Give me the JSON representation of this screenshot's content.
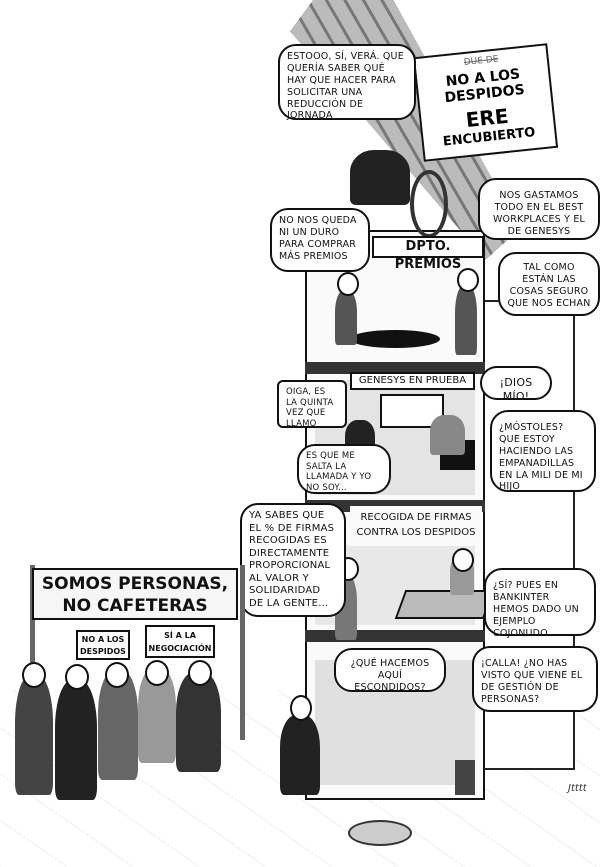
{
  "roof_banner": {
    "scratched": "DUE DE",
    "line1": "NO A LOS DESPIDOS",
    "line2_bold": "ERE",
    "line2_rest": "ENCUBIERTO"
  },
  "floor_signs": {
    "premios": "DPTO. PREMIOS",
    "genesys": "GENESYS EN PRUEBA",
    "recogida": "RECOGIDA DE FIRMAS CONTRA LOS DESPIDOS"
  },
  "bubbles": {
    "attic": "Estooo, sí, verá. Que quería saber qué hay que hacer para solicitar una reducción de jornada",
    "best_workplaces": "Nos gastamos todo en el Best Workplaces y el de Genesys",
    "premios_left": "No nos queda ni un duro para comprar más premios",
    "premios_right": "Tal como están las cosas seguro que nos echan",
    "quinta_vez": "Oiga, es la quinta vez que llamo",
    "dios_mio": "¡Dios mío!",
    "mostoles": "¿Móstoles? Que estoy haciendo las empanadillas en la mili de mi hijo",
    "salta_llamada": "Es que me salta la llamada y yo no soy...",
    "ya_sabes": "Ya sabes que el % de firmas recogidas es directamente proporcional al valor y solidaridad de la gente...",
    "bankinter": "¿Sí? Pues en Bankinter hemos dado un ejemplo cojonudo",
    "escondidos": "¿Qué hacemos aquí escondidos?",
    "calla": "¡Calla! ¿No has visto que viene el de Gestión de Personas?"
  },
  "protest": {
    "banner": "SOMOS PERSONAS, NO CAFETERAS",
    "sign_left": "NO A LOS DESPIDOS",
    "sign_right": "SÍ A LA NEGOCIACIÓN"
  },
  "signature": "Jtttt"
}
